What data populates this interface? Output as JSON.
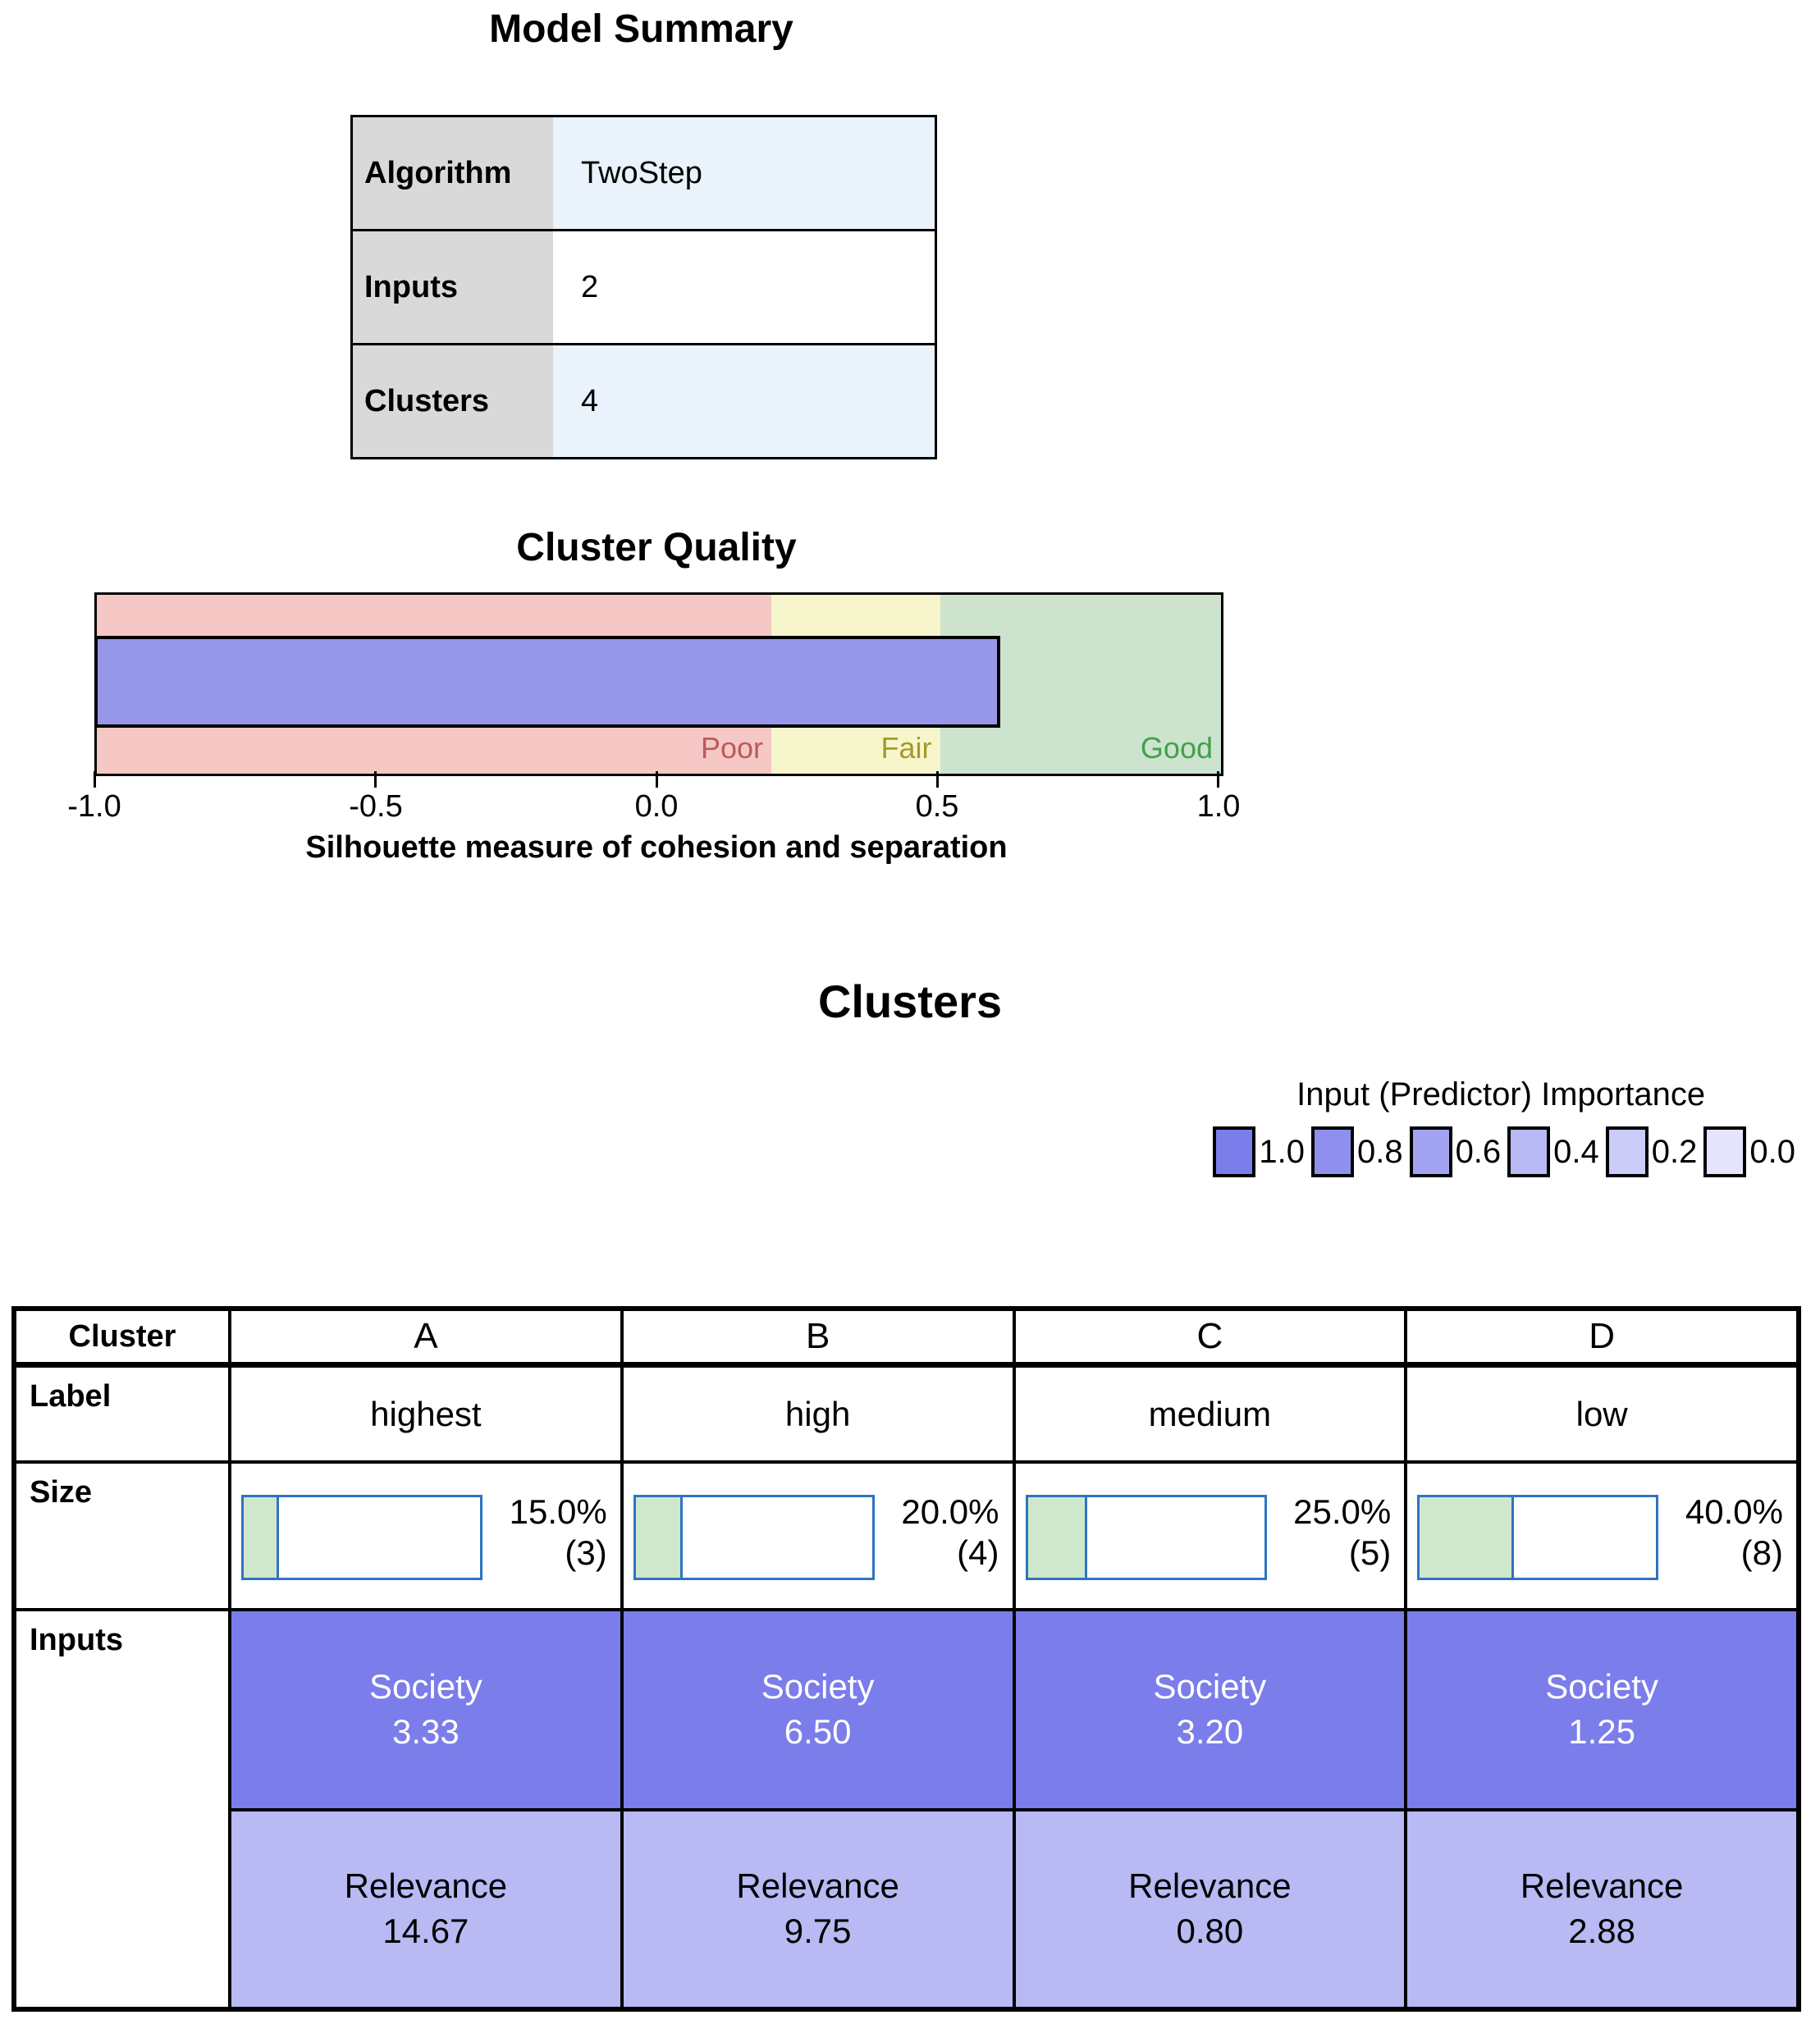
{
  "model_summary": {
    "title": "Model Summary",
    "rows": [
      {
        "label": "Algorithm",
        "value": "TwoStep",
        "value_style": "background:#EAF2FB"
      },
      {
        "label": "Inputs",
        "value": "2",
        "value_style": "background:#FFFFFF"
      },
      {
        "label": "Clusters",
        "value": "4",
        "value_style": "background:#EAF2FB"
      }
    ]
  },
  "cluster_quality": {
    "title": "Cluster Quality",
    "zones": [
      {
        "label": "Poor",
        "style": "width:60%;background:#F5C8C6",
        "label_style": "color:#BA5C58"
      },
      {
        "label": "Fair",
        "style": "width:15%;background:#F7F5CB",
        "label_style": "color:#A39A2E"
      },
      {
        "label": "Good",
        "style": "width:25%;background:#CEE3CD",
        "label_style": "color:#3FA24C"
      }
    ],
    "bar": {
      "style": "width:80%;background:#9697E8"
    },
    "axis_ticks": [
      "-1.0",
      "-0.5",
      "0.0",
      "0.5",
      "1.0"
    ],
    "xlabel": "Silhouette measure of cohesion and separation"
  },
  "clusters": {
    "title": "Clusters",
    "legend": {
      "title": "Input (Predictor) Importance",
      "items": [
        {
          "value": "1.0",
          "style": "background:#7B7DEA"
        },
        {
          "value": "0.8",
          "style": "background:#8F90EE"
        },
        {
          "value": "0.6",
          "style": "background:#A3A4F1"
        },
        {
          "value": "0.4",
          "style": "background:#B7B8F4"
        },
        {
          "value": "0.2",
          "style": "background:#CBCCF8"
        },
        {
          "value": "0.0",
          "style": "background:#E4E4FC"
        }
      ]
    },
    "table": {
      "corner_label": "Cluster",
      "row_labels": {
        "label": "Label",
        "size": "Size",
        "inputs": "Inputs"
      },
      "society_style": "background:#7B7DEA",
      "relevance_style": "background:#B9BAF3",
      "columns": [
        {
          "name": "A",
          "label": "highest",
          "size_pct": "15.0%",
          "size_count": "(3)",
          "fill_style": "width:15%",
          "society_label": "Society",
          "society_value": "3.33",
          "relevance_label": "Relevance",
          "relevance_value": "14.67"
        },
        {
          "name": "B",
          "label": "high",
          "size_pct": "20.0%",
          "size_count": "(4)",
          "fill_style": "width:20%",
          "society_label": "Society",
          "society_value": "6.50",
          "relevance_label": "Relevance",
          "relevance_value": "9.75"
        },
        {
          "name": "C",
          "label": "medium",
          "size_pct": "25.0%",
          "size_count": "(5)",
          "fill_style": "width:25%",
          "society_label": "Society",
          "society_value": "3.20",
          "relevance_label": "Relevance",
          "relevance_value": "0.80"
        },
        {
          "name": "D",
          "label": "low",
          "size_pct": "40.0%",
          "size_count": "(8)",
          "fill_style": "width:40%",
          "society_label": "Society",
          "society_value": "1.25",
          "relevance_label": "Relevance",
          "relevance_value": "2.88"
        }
      ]
    }
  },
  "chart_data": {
    "type": "bar",
    "title": "Cluster Quality",
    "xlabel": "Silhouette measure of cohesion and separation",
    "series": [
      {
        "name": "Silhouette measure",
        "values": [
          0.6
        ]
      }
    ],
    "xlim": [
      -1.0,
      1.0
    ],
    "zones": [
      {
        "label": "Poor",
        "from": -1.0,
        "to": 0.2
      },
      {
        "label": "Fair",
        "from": 0.2,
        "to": 0.5
      },
      {
        "label": "Good",
        "from": 0.5,
        "to": 1.0
      }
    ],
    "cluster_sizes_pct": [
      15.0,
      20.0,
      25.0,
      40.0
    ],
    "cluster_counts": [
      3,
      4,
      5,
      8
    ]
  }
}
